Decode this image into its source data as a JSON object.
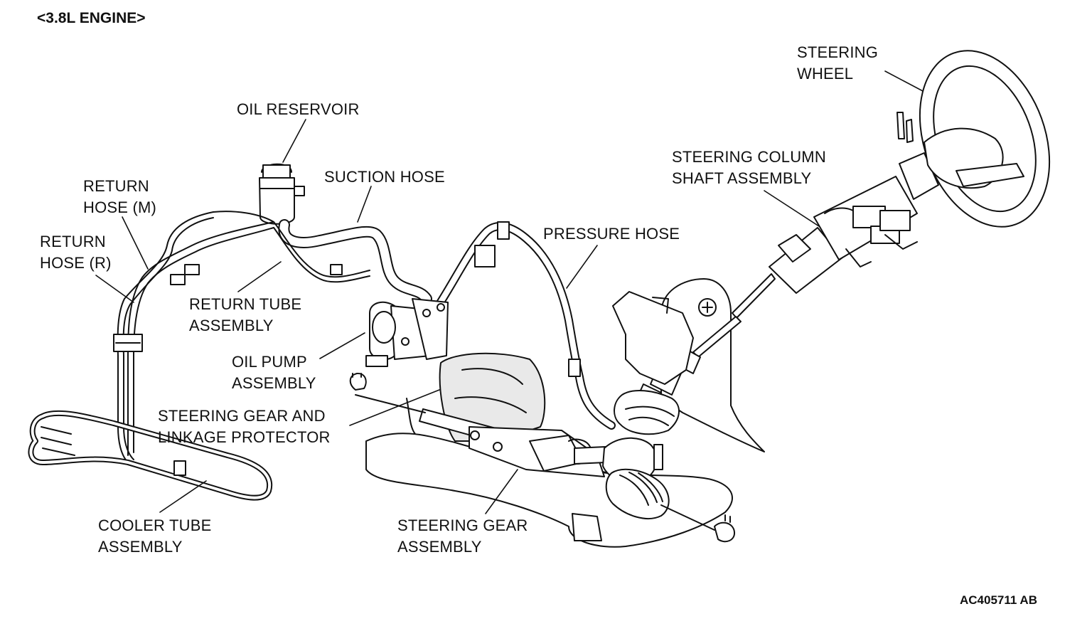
{
  "heading": "<3.8L ENGINE>",
  "figure_id": "AC405711 AB",
  "labels": {
    "steering_wheel": [
      "STEERING",
      "WHEEL"
    ],
    "oil_reservoir": [
      "OIL RESERVOIR"
    ],
    "steering_column": [
      "STEERING COLUMN",
      "SHAFT ASSEMBLY"
    ],
    "return_hose_m": [
      "RETURN",
      "HOSE (M)"
    ],
    "suction_hose": [
      "SUCTION HOSE"
    ],
    "return_hose_r": [
      "RETURN",
      "HOSE (R)"
    ],
    "pressure_hose": [
      "PRESSURE HOSE"
    ],
    "return_tube": [
      "RETURN TUBE",
      "ASSEMBLY"
    ],
    "oil_pump": [
      "OIL PUMP",
      "ASSEMBLY"
    ],
    "gear_protector": [
      "STEERING GEAR AND",
      "LINKAGE PROTECTOR"
    ],
    "cooler_tube": [
      "COOLER TUBE",
      "ASSEMBLY"
    ],
    "steering_gear": [
      "STEERING GEAR",
      "ASSEMBLY"
    ]
  },
  "colors": {
    "line": "#111111",
    "fill": "#ffffff",
    "shade": "#e9e9e9"
  }
}
